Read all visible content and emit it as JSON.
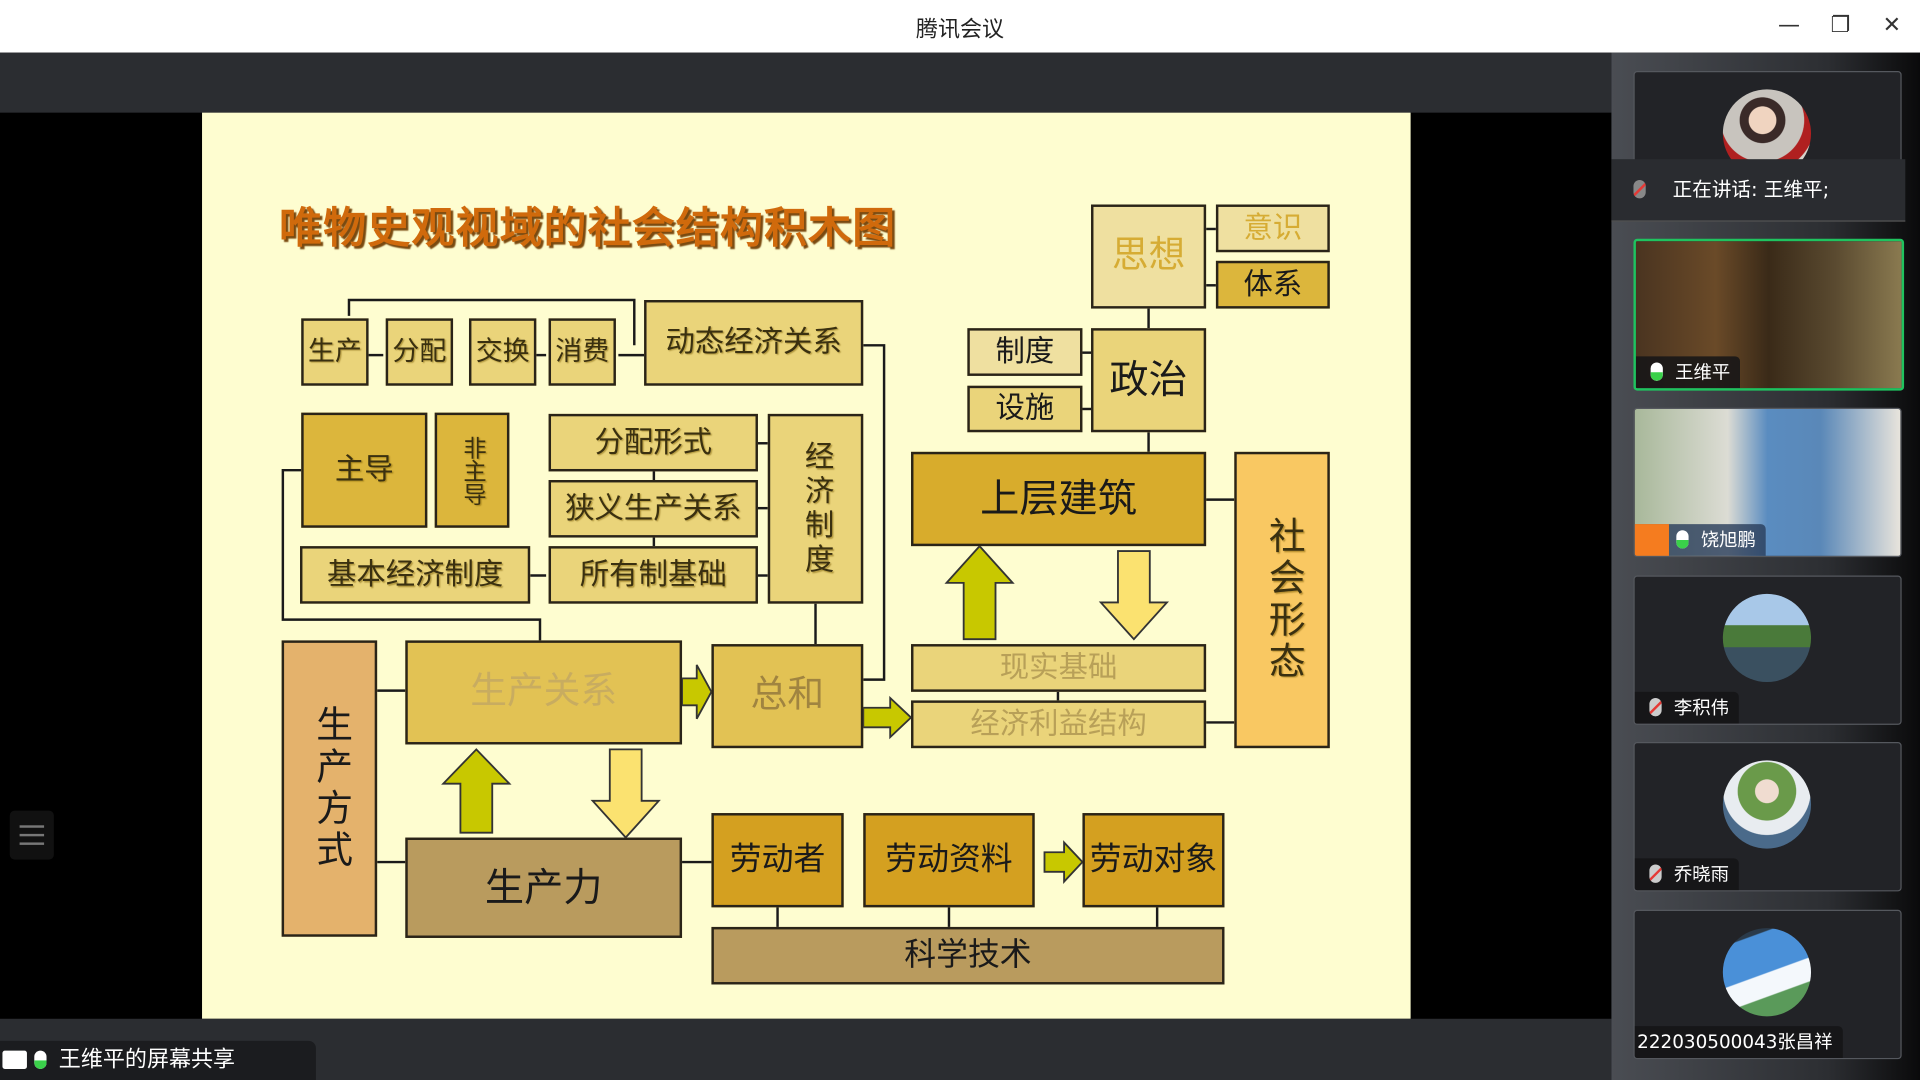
{
  "window": {
    "title": "腾讯会议",
    "minimize": "—",
    "restore": "❐",
    "close": "✕"
  },
  "share_label": "王维平的屏幕共享",
  "speaking": "正在讲话: 王维平;",
  "participants": [
    {
      "name": "王维平",
      "mic": "on",
      "type": "video"
    },
    {
      "name": "饶旭鹏",
      "mic": "on",
      "type": "video",
      "host": true
    },
    {
      "name": "李积伟",
      "mic": "muted",
      "type": "avatar"
    },
    {
      "name": "乔晓雨",
      "mic": "muted",
      "type": "avatar"
    },
    {
      "name": "222030500043张昌祥",
      "mic": "none",
      "type": "avatar"
    }
  ],
  "slide": {
    "title": "唯物史观视域的社会结构积木图",
    "boxes": {
      "shengchan": "生产",
      "fenpei": "分配",
      "jiaohuan": "交换",
      "xiaofei": "消费",
      "dongtai": "动态经济关系",
      "zhudao": "主导",
      "feizhudao": "非主导",
      "jiben": "基本经济制度",
      "fenpeixingshi": "分配形式",
      "xiayi": "狭义生产关系",
      "suoyouzhi": "所有制基础",
      "jingjizhidu": "经济制度",
      "sixiang": "思想",
      "yishi": "意识",
      "tixi": "体系",
      "zhidu": "制度",
      "sheshi": "设施",
      "zhengzhi": "政治",
      "shangceng": "上层建筑",
      "shehui": "社会形态",
      "xianshi": "现实基础",
      "liyi": "经济利益结构",
      "fangshi": "生产方式",
      "guanxi": "生产关系",
      "zonghe": "总和",
      "shengchanli": "生产力",
      "laodongzhe": "劳动者",
      "ziliao": "劳动资料",
      "duixiang": "劳动对象",
      "keji": "科学技术"
    }
  }
}
